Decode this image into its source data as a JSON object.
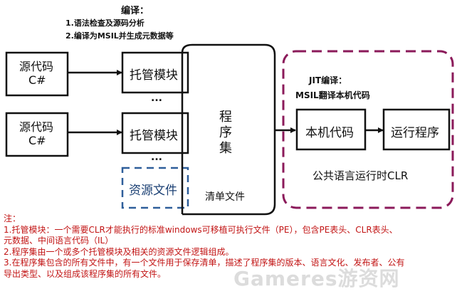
{
  "compile": {
    "title": "编译：",
    "lines": [
      "1.语法检查及源码分析",
      "2.编译为MSIL并生成元数据等"
    ]
  },
  "source_code": {
    "line1": "源代码",
    "line2": "C#"
  },
  "managed_module": "托管模块",
  "ellipsis": "...",
  "resource_file": "资源文件",
  "assembly": {
    "chars": [
      "程",
      "序",
      "集"
    ],
    "manifest": "清单文件"
  },
  "jit": {
    "title": "JIT编译：",
    "subtitle": "MSIL翻译本机代码"
  },
  "native_code": "本机代码",
  "run_program": "运行程序",
  "clr_label": "公共语言运行时CLR",
  "notes": {
    "lines": [
      "注：",
      "1.托管模块：一个需要CLR才能执行的标准windows可移植可执行文件（PE），包含PE表头、CLR表头、",
      "元数据、中间语言代码（IL）",
      "2.程序集由一个或多个托管模块及相关的资源文件逻辑组成。",
      "3.在程序集包含的所有文件中，有一个文件用于保存清单，描述了程序集的版本、语言文化、发布者、公有",
      "导出类型、以及组成该程序集的所有文件。"
    ]
  },
  "watermark": "Gameres游资网",
  "colors": {
    "clr_border": "#8b1a5a",
    "resource_border": "#2e5e9a",
    "notes_text": "#c21414"
  }
}
